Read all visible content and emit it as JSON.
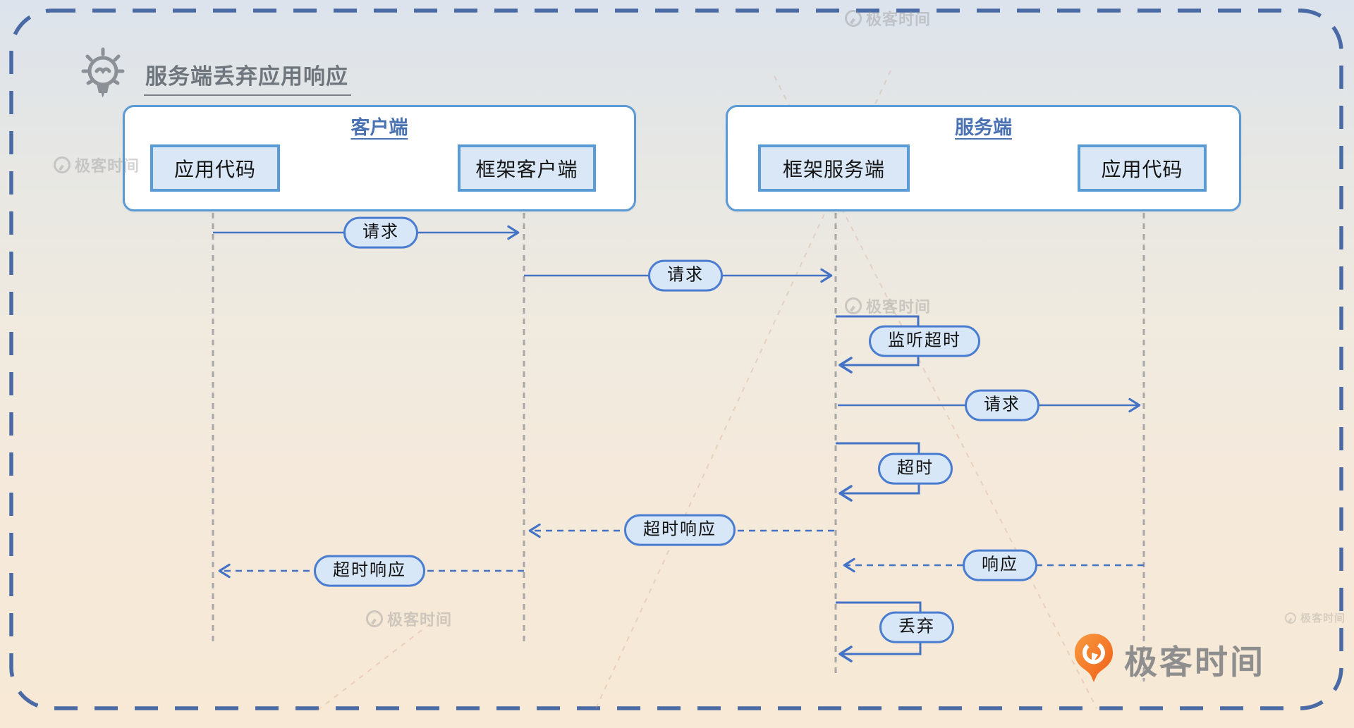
{
  "page": {
    "title": "服务端丢弃应用响应"
  },
  "groups": [
    {
      "label": "客户端",
      "participants": [
        "应用代码",
        "框架客户端"
      ]
    },
    {
      "label": "服务端",
      "participants": [
        "框架服务端",
        "应用代码"
      ]
    }
  ],
  "messages": [
    {
      "label": "请求",
      "type": "solid",
      "from": "client-app-code",
      "to": "client-framework"
    },
    {
      "label": "请求",
      "type": "solid",
      "from": "client-framework",
      "to": "server-framework"
    },
    {
      "label": "监听超时",
      "type": "self",
      "on": "server-framework"
    },
    {
      "label": "请求",
      "type": "solid",
      "from": "server-framework",
      "to": "server-app-code"
    },
    {
      "label": "超时",
      "type": "self",
      "on": "server-framework"
    },
    {
      "label": "超时响应",
      "type": "dashed",
      "from": "server-framework",
      "to": "client-framework"
    },
    {
      "label": "超时响应",
      "type": "dashed",
      "from": "client-framework",
      "to": "client-app-code"
    },
    {
      "label": "响应",
      "type": "dashed",
      "from": "server-app-code",
      "to": "server-framework"
    },
    {
      "label": "丢弃",
      "type": "self",
      "on": "server-framework"
    }
  ],
  "watermark": {
    "text": "极客时间"
  },
  "brand": {
    "text": "极客时间"
  },
  "colors": {
    "arrow_blue": "#4472c4",
    "box_border_blue": "#5b9bd5",
    "box_fill_blue": "#d9e7f6",
    "pill_fill": "#d8e7f8",
    "outer_dash_border": "#4a6aa5",
    "lifeline_gray": "#a8a8a8",
    "title_gray": "#6f757c",
    "logo_orange": "#f2661c"
  }
}
